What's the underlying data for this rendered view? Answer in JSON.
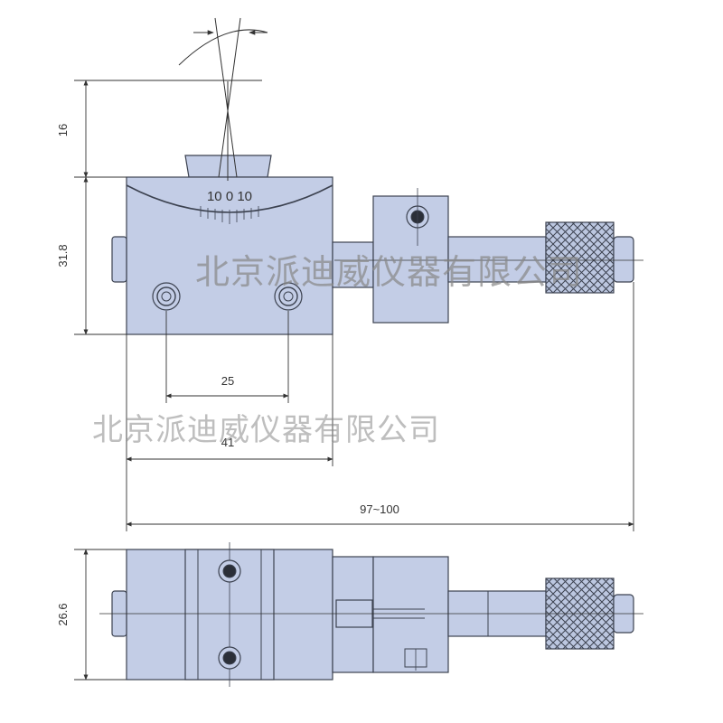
{
  "dimensions": {
    "height_top": "16",
    "height_body": "31.8",
    "hole_spacing": "25",
    "body_width": "41",
    "total_length": "97~100",
    "bottom_height": "26.6"
  },
  "scale_label": "10 0 10",
  "watermarks": {
    "top": "北京派迪威仪器有限公司",
    "bottom": "北京派迪威仪器有限公司"
  },
  "colors": {
    "part_fill": "#c3cde6",
    "part_stroke": "#3c4250",
    "line": "#333333"
  }
}
